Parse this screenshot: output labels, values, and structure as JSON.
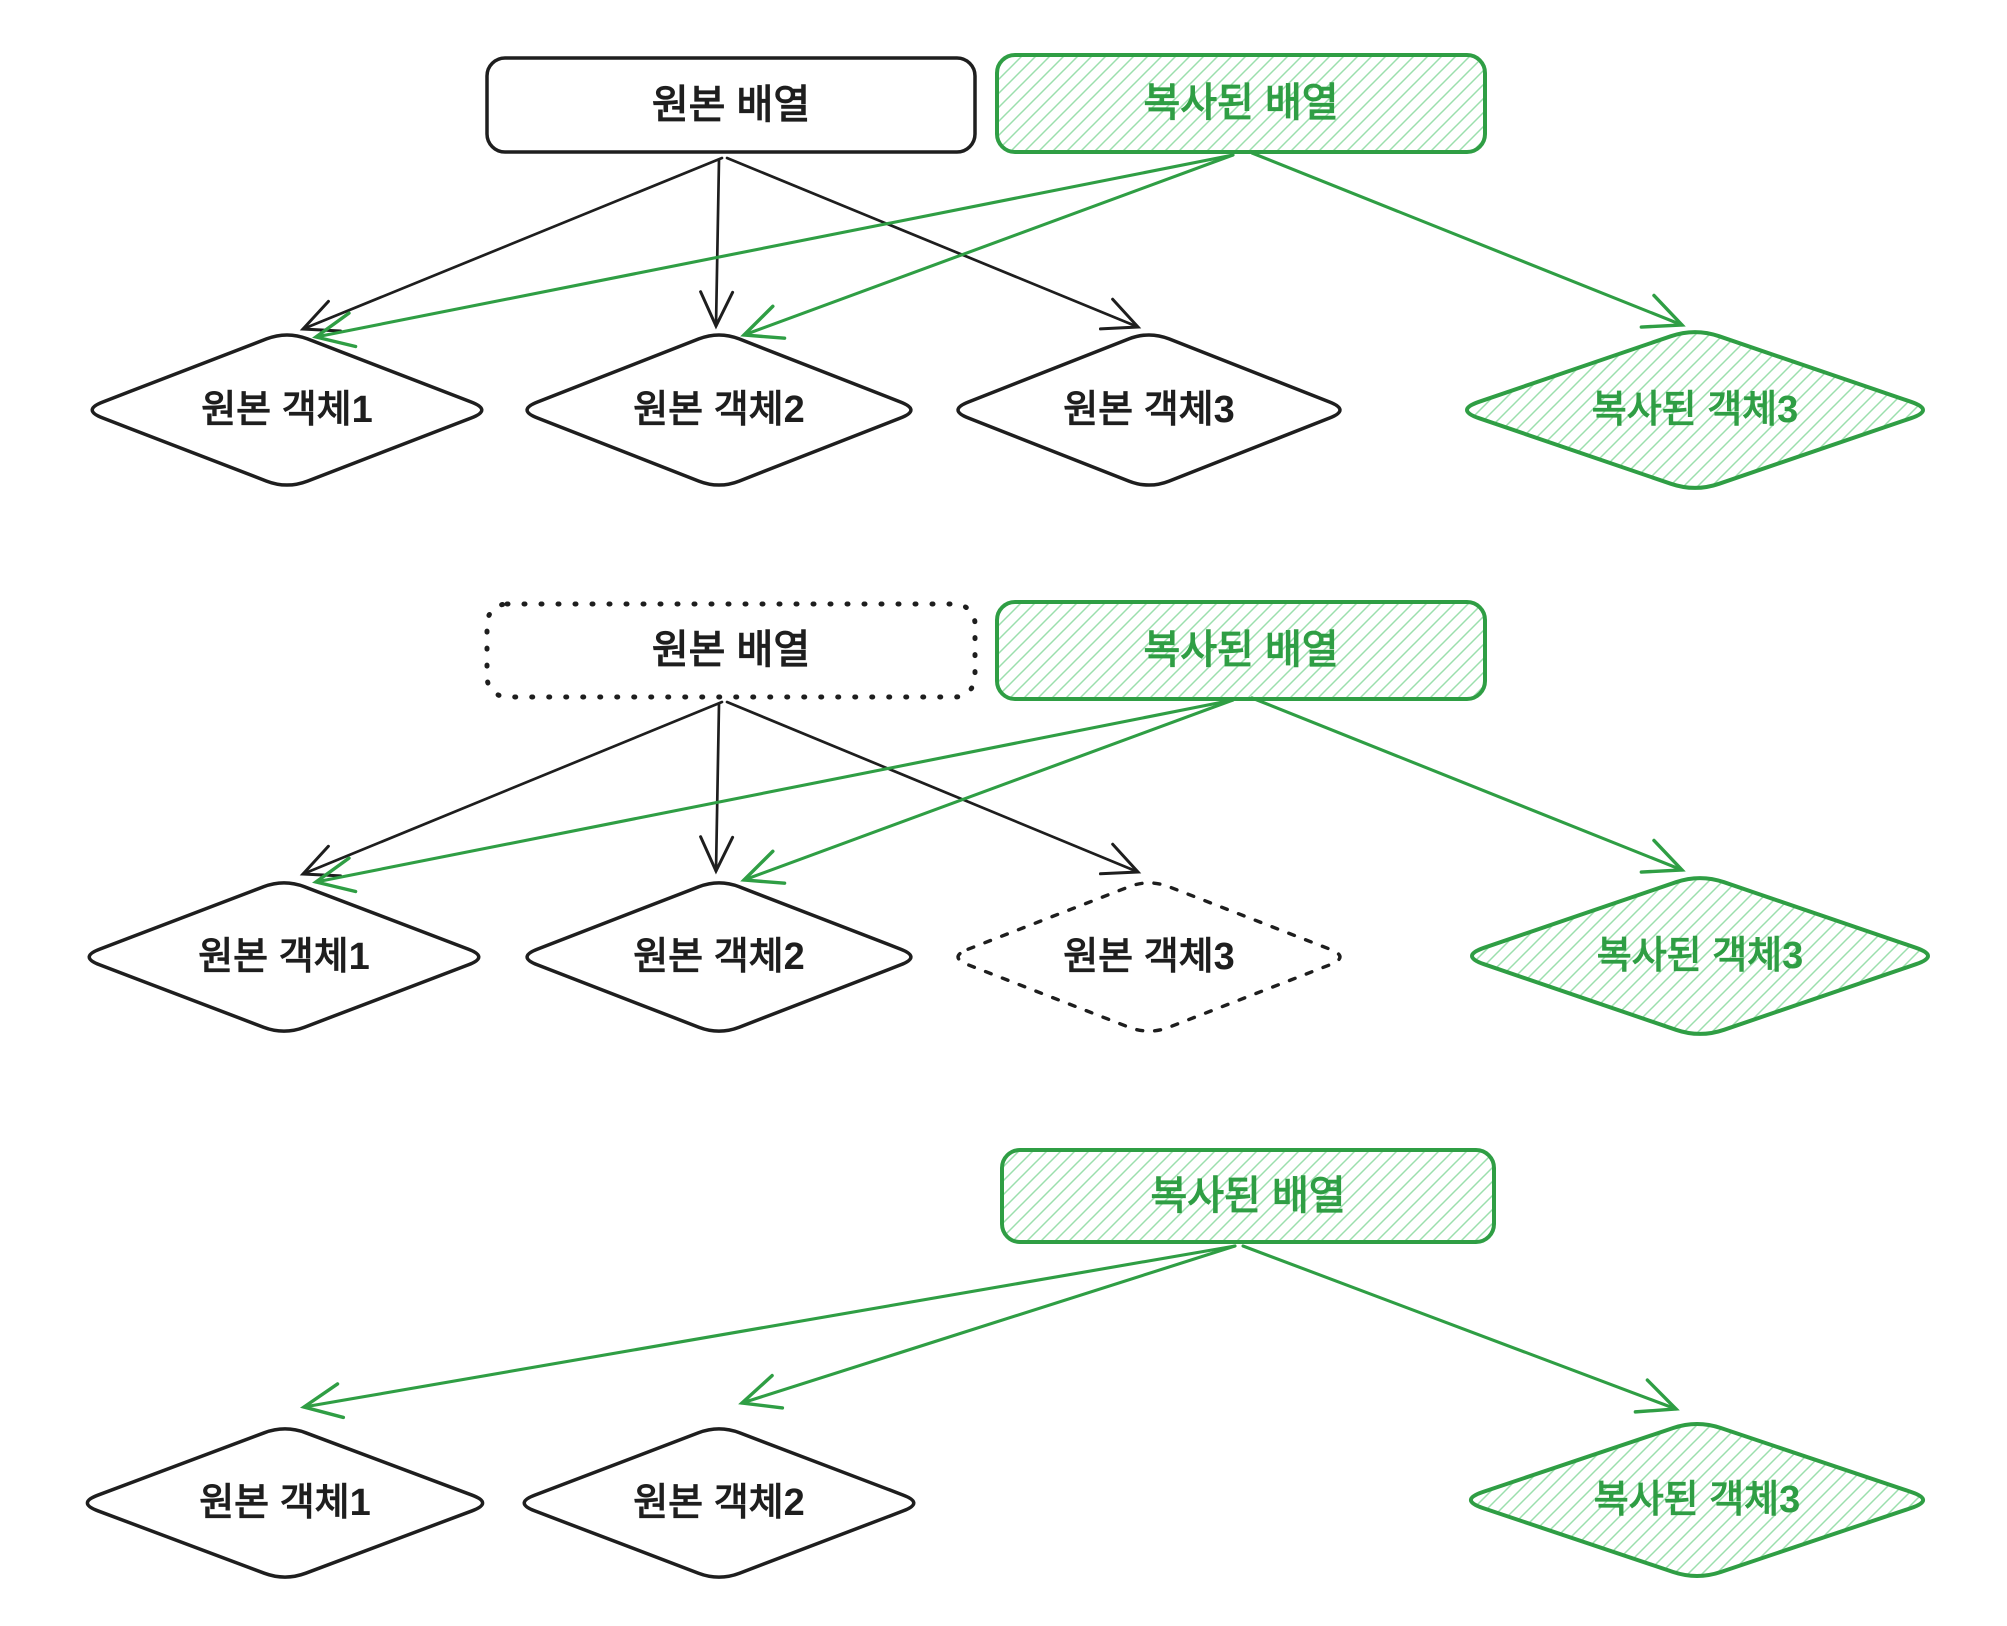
{
  "colors": {
    "ink": "#1e1e1e",
    "green": "#2f9e44",
    "hatch_green": "#9bdfad",
    "background": "#ffffff"
  },
  "diagram": {
    "sections": [
      {
        "id": "step-1-arrays-share-objects",
        "original_array": "원본 배열",
        "copied_array": "복사된 배열",
        "object1": "원본 객체1",
        "object2": "원본 객체2",
        "object3": "원본 객체3",
        "copied_object3": "복사된 객체3",
        "styles": {
          "original_array_border": "solid-black",
          "object3_border": "solid-black",
          "copied_array_fill": "green-hatch",
          "copied_object3_fill": "green-hatch"
        },
        "edges": [
          {
            "from": "original_array",
            "to": "object1",
            "color": "black"
          },
          {
            "from": "original_array",
            "to": "object2",
            "color": "black"
          },
          {
            "from": "original_array",
            "to": "object3",
            "color": "black"
          },
          {
            "from": "copied_array",
            "to": "object1",
            "color": "green"
          },
          {
            "from": "copied_array",
            "to": "object2",
            "color": "green"
          },
          {
            "from": "copied_array",
            "to": "copied_object3",
            "color": "green"
          }
        ]
      },
      {
        "id": "step-2-original-marked-for-gc",
        "original_array": "원본 배열",
        "copied_array": "복사된 배열",
        "object1": "원본 객체1",
        "object2": "원본 객체2",
        "object3": "원본 객체3",
        "copied_object3": "복사된 객체3",
        "styles": {
          "original_array_border": "dotted",
          "object3_border": "dotted",
          "copied_array_fill": "green-hatch",
          "copied_object3_fill": "green-hatch"
        },
        "edges": [
          {
            "from": "original_array",
            "to": "object1",
            "color": "black"
          },
          {
            "from": "original_array",
            "to": "object2",
            "color": "black"
          },
          {
            "from": "original_array",
            "to": "object3",
            "color": "black"
          },
          {
            "from": "copied_array",
            "to": "object1",
            "color": "green"
          },
          {
            "from": "copied_array",
            "to": "object2",
            "color": "green"
          },
          {
            "from": "copied_array",
            "to": "copied_object3",
            "color": "green"
          }
        ]
      },
      {
        "id": "step-3-after-gc",
        "copied_array": "복사된 배열",
        "object1": "원본 객체1",
        "object2": "원본 객체2",
        "copied_object3": "복사된 객체3",
        "styles": {
          "copied_array_fill": "green-hatch",
          "copied_object3_fill": "green-hatch"
        },
        "edges": [
          {
            "from": "copied_array",
            "to": "object1",
            "color": "green"
          },
          {
            "from": "copied_array",
            "to": "object2",
            "color": "green"
          },
          {
            "from": "copied_array",
            "to": "copied_object3",
            "color": "green"
          }
        ]
      }
    ]
  }
}
